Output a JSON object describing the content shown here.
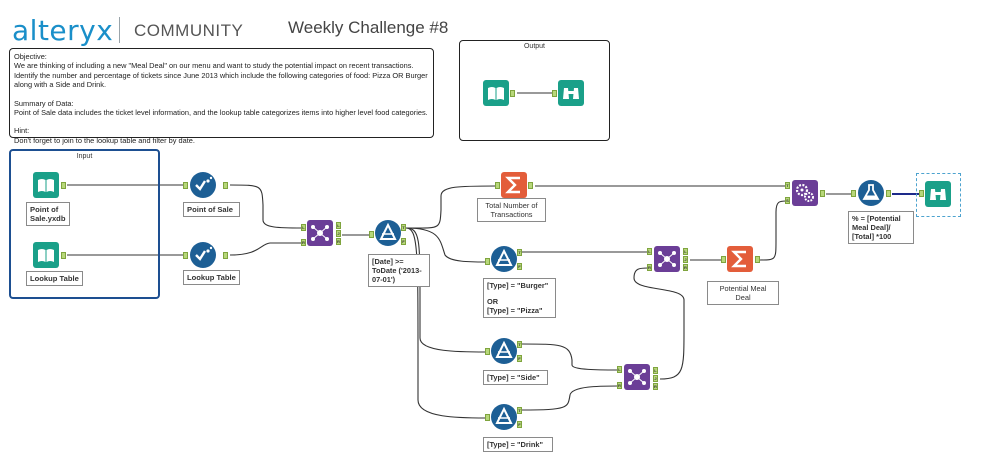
{
  "header": {
    "logo": "alteryx",
    "community": "COMMUNITY",
    "challenge_title": "Weekly Challenge #8"
  },
  "description": {
    "objective_heading": "Objective:",
    "objective_line1": "We are thinking of including a new \"Meal Deal\" on our menu and want to study the potential impact on recent transactions.",
    "objective_line2": "Identify the number and percentage of tickets since June 2013 which include the following categories of food: Pizza OR Burger",
    "objective_line3": "along with a Side and Drink.",
    "summary_heading": "Summary of Data:",
    "summary_line": "Point of Sale data includes the ticket level information, and the lookup table categorizes items into higher level food categories.",
    "hint_heading": "Hint:",
    "hint_line": "Don't forget to join to the lookup table and filter by date."
  },
  "containers": {
    "output_title": "Output",
    "input_title": "Input"
  },
  "tools": {
    "input_pos_label": "Point of Sale.yxdb",
    "input_lookup_label": "Lookup Table",
    "select_pos_label": "Point of Sale",
    "select_lookup_label": "Lookup Table",
    "date_filter_expr": "[Date] >= ToDate ('2013-07-01')",
    "summarize_total_label": "Total Number of Transactions",
    "filter_burger_line1": "[Type] = \"Burger\"",
    "filter_burger_or": "OR",
    "filter_burger_line2": "[Type] = \"Pizza\"",
    "filter_side_expr": "[Type] = \"Side\"",
    "filter_drink_expr": "[Type] = \"Drink\"",
    "summarize_meal_label": "Potential Meal Deal",
    "formula_expr": "% = [Potential Meal Deal]/ [Total] *100"
  },
  "anchors": {
    "join_left": "L",
    "join_join": "J",
    "join_right": "R",
    "join_in_l": "L",
    "join_in_r": "R",
    "filter_true": "T",
    "filter_false": "F",
    "append_target": "T",
    "append_source": "S"
  },
  "colors": {
    "input_teal": "#1aa089",
    "select_blue": "#1d5f95",
    "filter_blue": "#1d5f95",
    "join_purple": "#6b3e97",
    "summarize_orange": "#e35d3a",
    "formula_blue": "#1d5f95",
    "container_blue": "#1d4f91",
    "logo_blue": "#1a8fc9"
  }
}
